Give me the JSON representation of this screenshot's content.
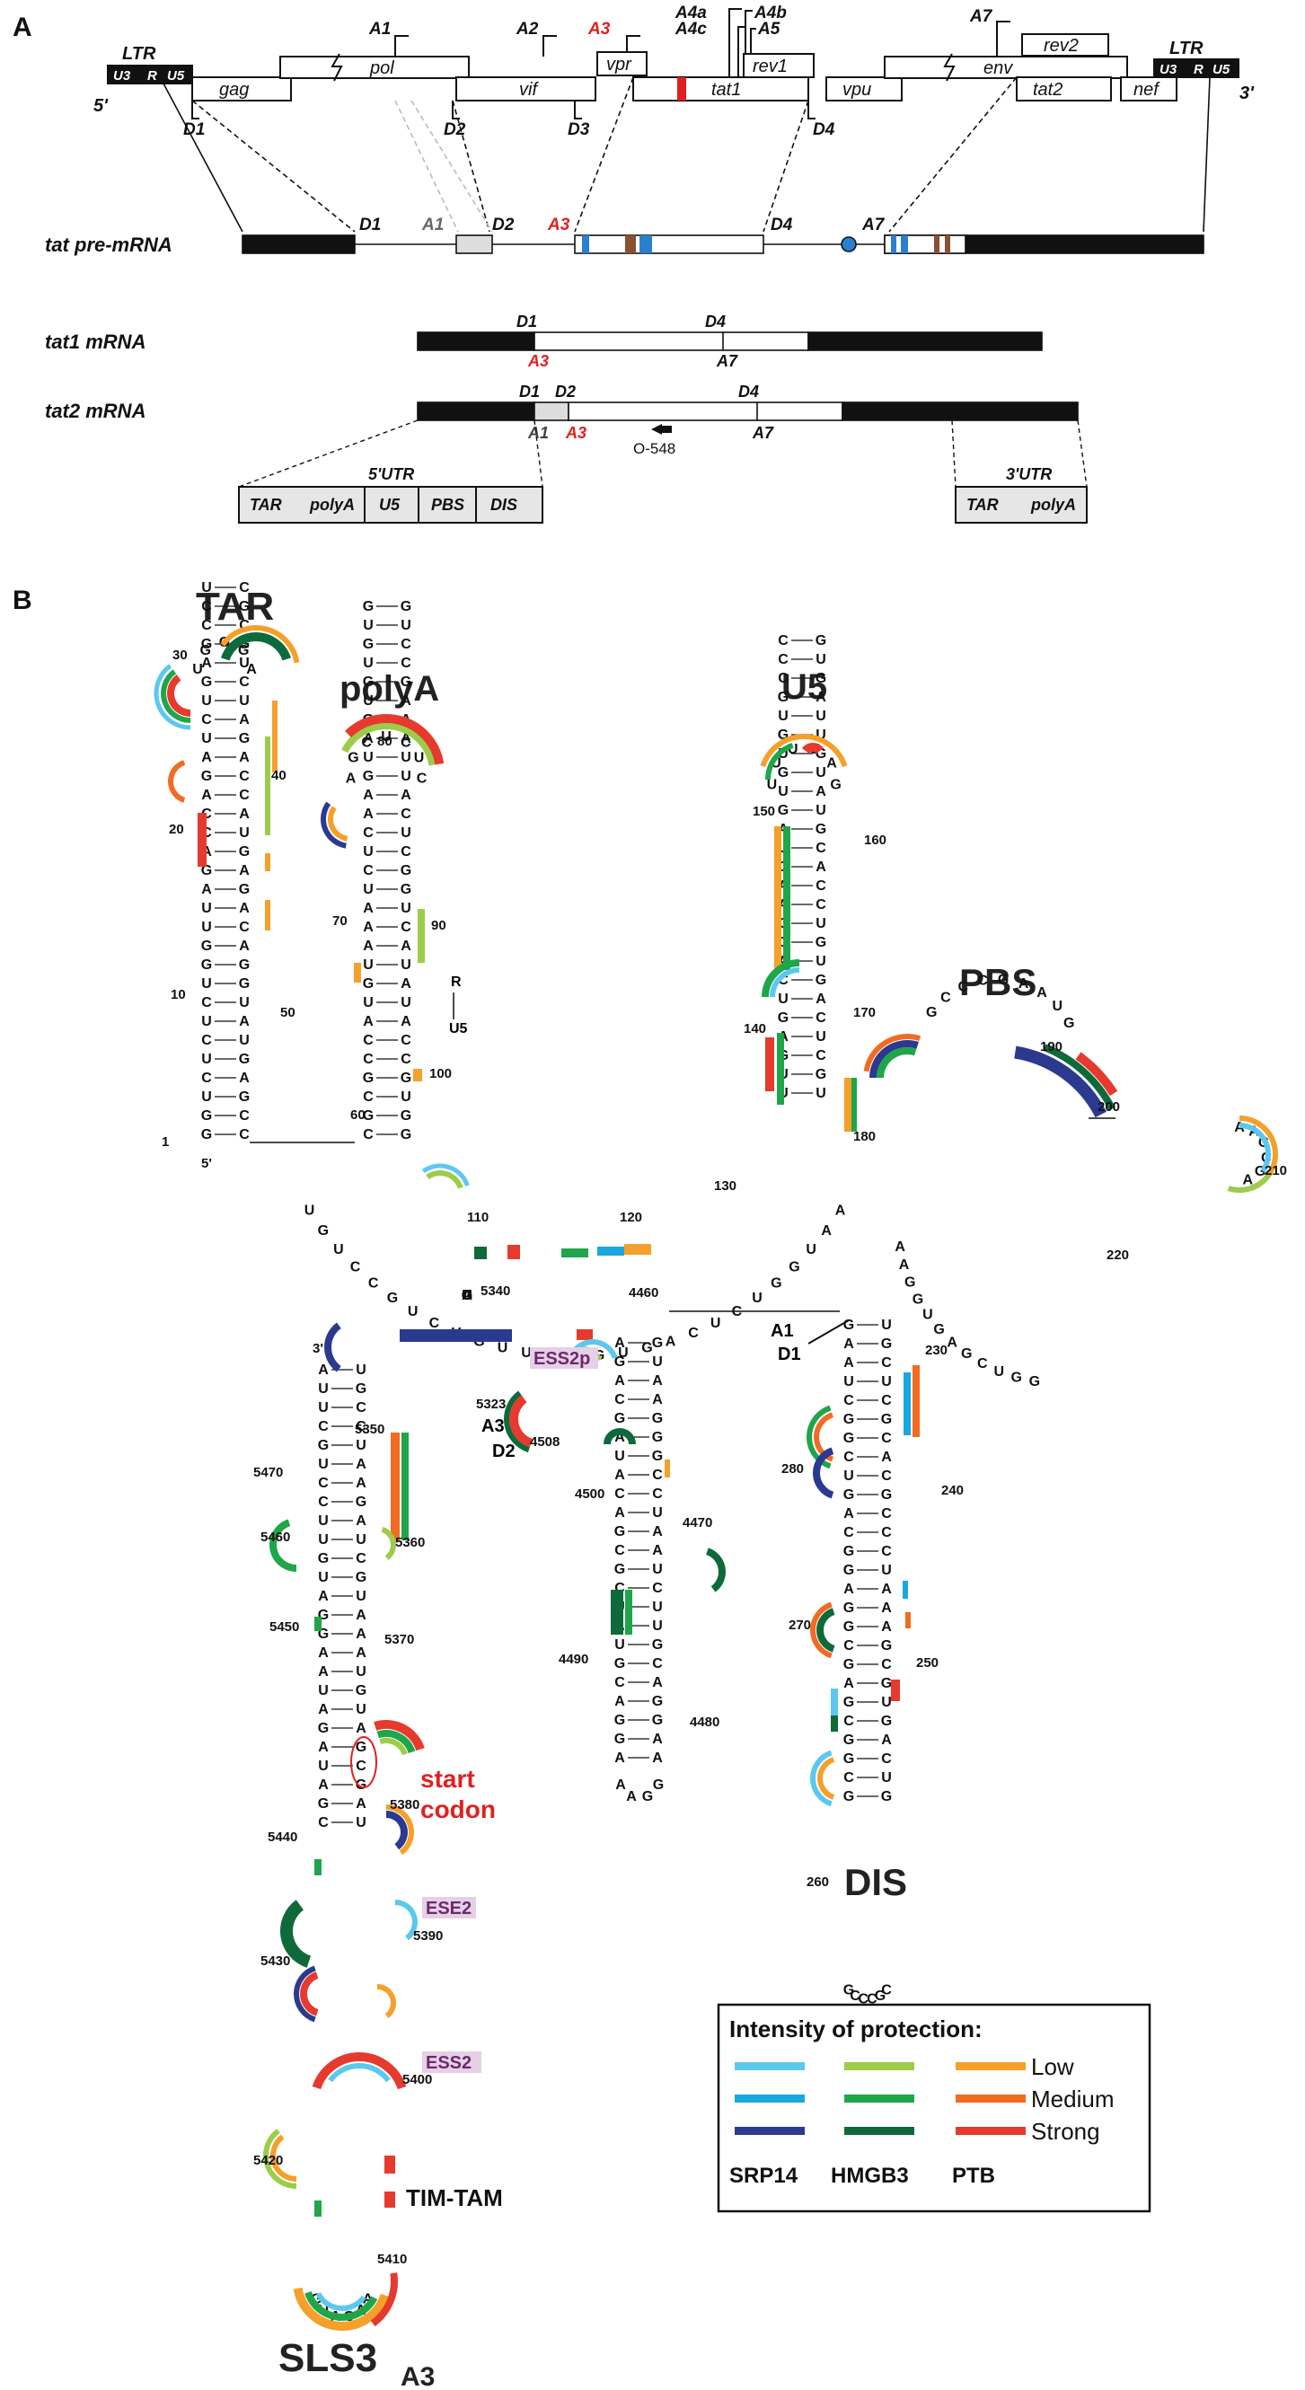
{
  "panels": {
    "a": "A",
    "b": "B"
  },
  "genome": {
    "ltr": "LTR",
    "ltr_parts": [
      "U3",
      "R",
      "U5"
    ],
    "five_prime": "5'",
    "three_prime": "3'",
    "genes": [
      "gag",
      "pol",
      "vif",
      "vpr",
      "tat1",
      "rev1",
      "vpu",
      "env",
      "rev2",
      "tat2",
      "nef"
    ],
    "acceptors": [
      "A1",
      "A2",
      "A3",
      "A4a",
      "A4c",
      "A4b",
      "A5",
      "A7"
    ],
    "donors": [
      "D1",
      "D2",
      "D3",
      "D4"
    ]
  },
  "transcripts": {
    "pre": {
      "name": "tat pre-mRNA",
      "marks": [
        "D1",
        "A1",
        "D2",
        "A3",
        "D4",
        "A7"
      ]
    },
    "tat1": {
      "name": "tat1 mRNA",
      "top": [
        "D1",
        "D4"
      ],
      "bottom": [
        "A3",
        "A7"
      ]
    },
    "tat2": {
      "name": "tat2 mRNA",
      "top": [
        "D1",
        "D2",
        "D4"
      ],
      "bottom": [
        "A1",
        "A3",
        "A7"
      ],
      "primer": "O-548"
    }
  },
  "utr5": {
    "title": "5'UTR",
    "boxes": [
      "TAR",
      "polyA",
      "U5",
      "PBS",
      "DIS"
    ]
  },
  "utr3": {
    "title": "3'UTR",
    "boxes": [
      "TAR",
      "polyA"
    ]
  },
  "domains": {
    "tar": "TAR",
    "polya": "polyA",
    "u5": "U5",
    "pbs": "PBS",
    "dis": "DIS",
    "sls3": "SLS3",
    "sls3_sub": "A3"
  },
  "annotations": {
    "start_codon": "start\ncodon",
    "ese2": "ESE2",
    "ess2": "ESS2",
    "ess2p": "ESS2p",
    "tim_tam": "TIM-TAM",
    "r_u5_r": "R",
    "r_u5_u5": "U5",
    "a3d2_a": "A3",
    "a3d2_d": "D2",
    "a1d1_a": "A1",
    "a1d1_d": "D1"
  },
  "numbers": [
    "1",
    "10",
    "20",
    "30",
    "40",
    "50",
    "60",
    "70",
    "80",
    "90",
    "100",
    "110",
    "120",
    "130",
    "140",
    "150",
    "160",
    "170",
    "180",
    "190",
    "200",
    "210",
    "220",
    "230",
    "240",
    "250",
    "260",
    "270",
    "280",
    "4460",
    "4470",
    "4480",
    "4490",
    "4500",
    "4508",
    "5323",
    "5340",
    "5350",
    "5360",
    "5370",
    "5380",
    "5390",
    "5400",
    "5410",
    "5420",
    "5430",
    "5440",
    "5450",
    "5460",
    "5470",
    "5'",
    "3'"
  ],
  "legend": {
    "title": "Intensity of protection:",
    "levels": [
      "Low",
      "Medium",
      "Strong"
    ],
    "proteins": [
      "SRP14",
      "HMGB3",
      "PTB"
    ],
    "colors": {
      "SRP14": [
        "#5bc8f0",
        "#1aa7e0",
        "#2b3a8f"
      ],
      "HMGB3": [
        "#9ccc4a",
        "#1fa64a",
        "#0e6a3a"
      ],
      "PTB": [
        "#f4a02a",
        "#f26b22",
        "#e63a2e"
      ]
    }
  },
  "sequences": {
    "tar_left": "GGUCUCUCUGGUUAGACCAGAUCUGAGCCUG",
    "tar_right": "CCGAGUAUGGACAGAGUACCAGAUCUGCGCC",
    "polya_left": "CGCGCCAUGUAAAUCUCAAGUAGUGUGUG",
    "polya_right": "GGUGCCAUAUACUGGCUCAUUAAAGCCUG",
    "u5_left": "UUGAGUCAGCAAGUAGUGUGUGCCC",
    "u5_right": "UGCUCAGUGUCCACGUAUGUUAGUG",
    "pbs_loop": "GCCCGAAUG",
    "dis_left": "GAAUCGGCUGACGGAGGCGAGCGGCG",
    "dis_right": "UGCUCGCACGCCCUAAAGCGUGACUG",
    "sls3_left": "AUUCGUCCUUGUAGGAAUAGAUAGC",
    "sls3_right": "UGCCUAAGAUCGUAAAUGUAGCGAUC",
    "ess_left": "AGACGAUACAGCGCUAUGCAGGA",
    "ess_right": "GUAAGGGCCUAAUCUUGCAGGAAC"
  },
  "chart_data": {
    "type": "table",
    "title": "",
    "columns": [
      "SRP14",
      "HMGB3",
      "PTB"
    ],
    "rows": [
      "Low",
      "Medium",
      "Strong"
    ]
  }
}
